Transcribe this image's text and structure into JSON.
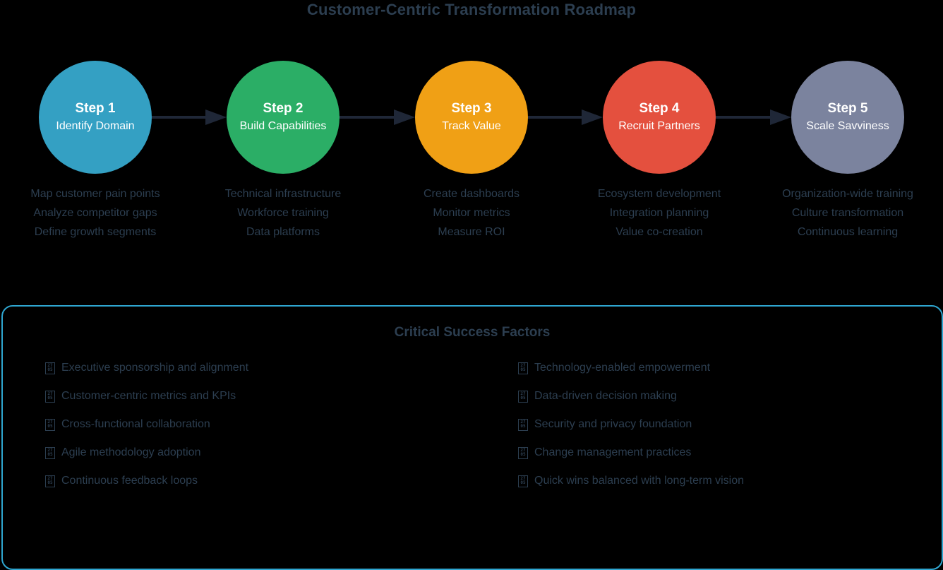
{
  "title": "Customer-Centric Transformation Roadmap",
  "colors": {
    "background": "#000000",
    "text": "#2c3e50",
    "arrow": "#1f2737",
    "csf_border": "#2fa6d0",
    "circle_text": "#ffffff"
  },
  "steps": [
    {
      "label": "Step 1",
      "name": "Identify Domain",
      "color": "#34a0c3",
      "details": [
        "Map customer pain points",
        "Analyze competitor gaps",
        "Define growth segments"
      ]
    },
    {
      "label": "Step 2",
      "name": "Build Capabilities",
      "color": "#2bae66",
      "details": [
        "Technical infrastructure",
        "Workforce training",
        "Data platforms"
      ]
    },
    {
      "label": "Step 3",
      "name": "Track Value",
      "color": "#f0a015",
      "details": [
        "Create dashboards",
        "Monitor metrics",
        "Measure ROI"
      ]
    },
    {
      "label": "Step 4",
      "name": "Recruit Partners",
      "color": "#e4503e",
      "details": [
        "Ecosystem development",
        "Integration planning",
        "Value co-creation"
      ]
    },
    {
      "label": "Step 5",
      "name": "Scale Savviness",
      "color": "#7b839e",
      "details": [
        "Organization-wide training",
        "Culture transformation",
        "Continuous learning"
      ]
    }
  ],
  "csf": {
    "heading": "Critical Success Factors",
    "icon": "check-mark-emoji-missing-glyph-box",
    "icon_hex_top": "27",
    "icon_hex_bottom": "05",
    "left_items": [
      "Executive sponsorship and alignment",
      "Customer-centric metrics and KPIs",
      "Cross-functional collaboration",
      "Agile methodology adoption",
      "Continuous feedback loops"
    ],
    "right_items": [
      "Technology-enabled empowerment",
      "Data-driven decision making",
      "Security and privacy foundation",
      "Change management practices",
      "Quick wins balanced with long-term vision"
    ]
  }
}
